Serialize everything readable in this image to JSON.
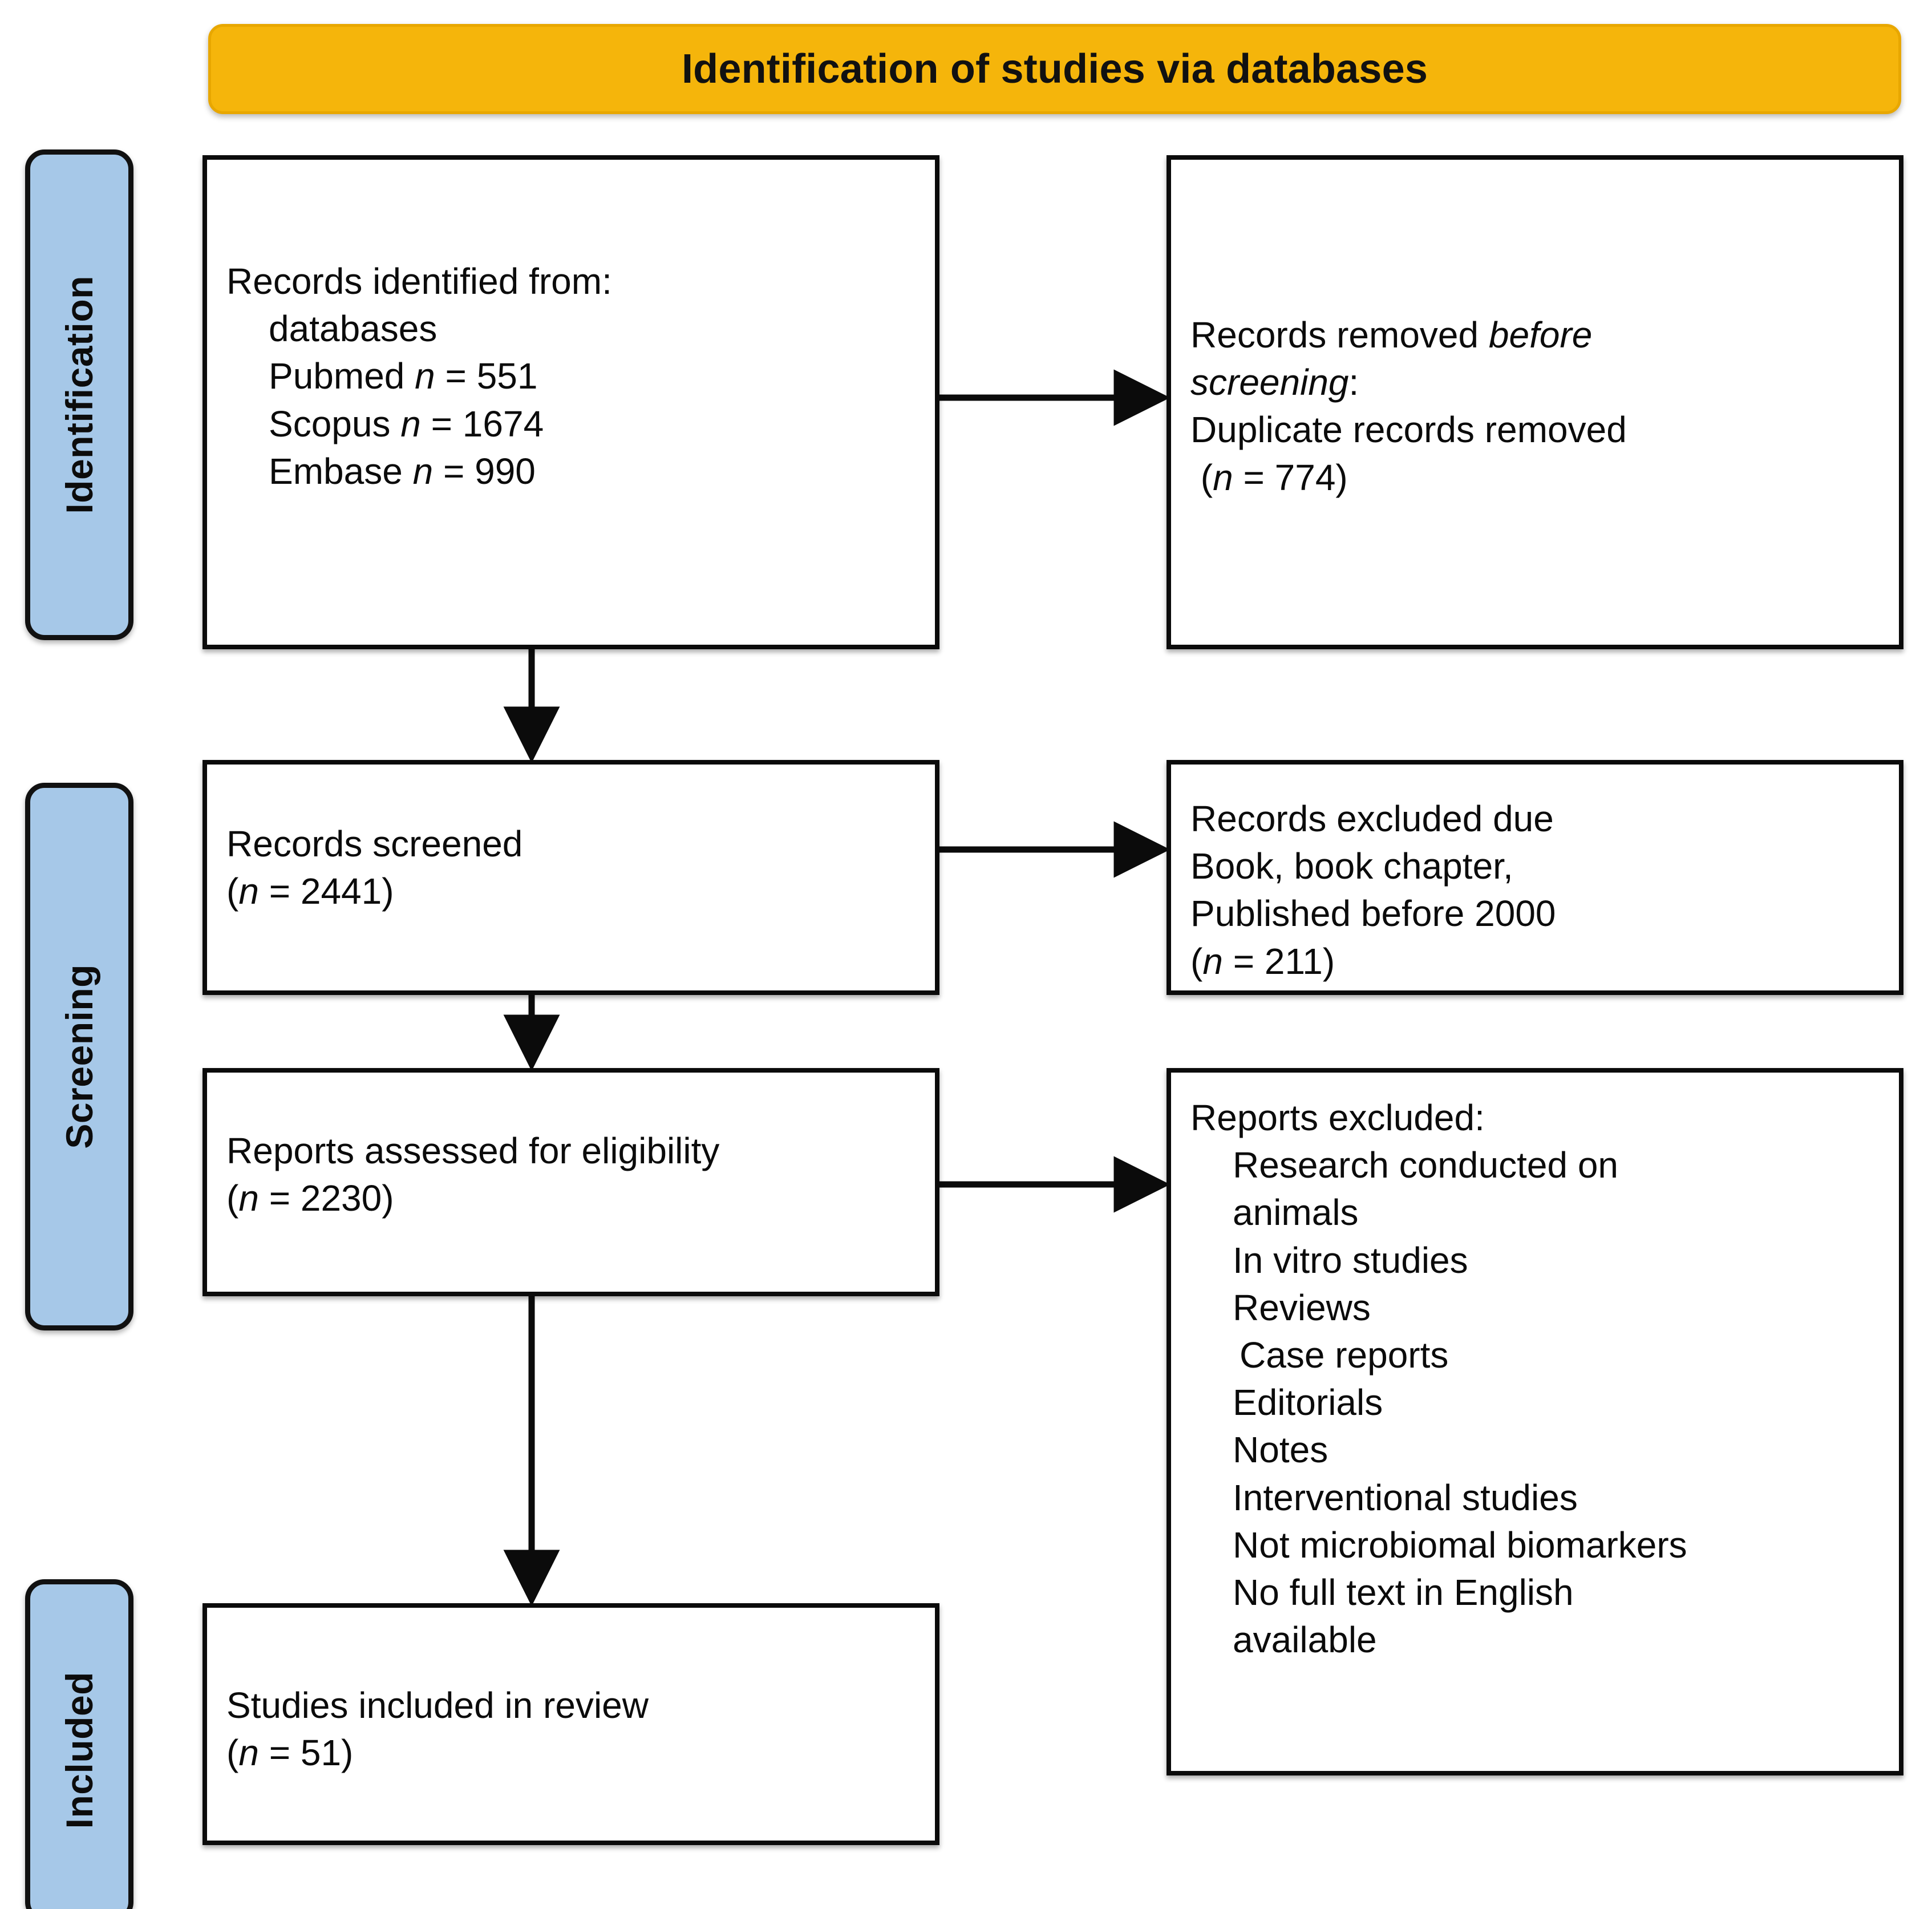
{
  "banner": {
    "title": "Identification of studies via databases",
    "bg_color": "#F5B50B"
  },
  "stages": [
    {
      "id": "identification",
      "label": "Identification",
      "bg_color": "#A6C8E8"
    },
    {
      "id": "screening",
      "label": "Screening",
      "bg_color": "#A6C8E8"
    },
    {
      "id": "included",
      "label": "Included",
      "bg_color": "#A6C8E8"
    }
  ],
  "boxes": {
    "identified": {
      "title": "Records identified from:",
      "source_label": "databases",
      "sources": [
        {
          "name": "Pubmed",
          "n": "551",
          "text": "Pubmed n = 551"
        },
        {
          "name": "Scopus",
          "n": "1674",
          "text": "Scopus n = 1674"
        },
        {
          "name": "Embase",
          "n": "990",
          "text": "Embase n = 990"
        }
      ]
    },
    "removed": {
      "line1_plain": "Records removed ",
      "line1_italic": "before",
      "line2_italic": "screening",
      "line2_plain": ":",
      "line3": "Duplicate records removed",
      "count": "774",
      "count_text": "(n = 774)"
    },
    "screened": {
      "title": "Records screened",
      "count": "2441",
      "count_text": "(n = 2441)"
    },
    "excluded_due": {
      "title": "Records excluded due",
      "reasons": [
        "Book, book chapter,",
        "Published before 2000"
      ],
      "count": "211",
      "count_text": "(n = 211)"
    },
    "eligibility": {
      "title": "Reports assessed for eligibility",
      "count": "2230",
      "count_text": "(n = 2230)"
    },
    "reports_excluded": {
      "title": "Reports excluded:",
      "reasons": [
        "Research conducted on",
        "animals",
        "In vitro studies",
        "Reviews",
        "Case reports",
        "Editorials",
        "Notes",
        "Interventional studies",
        "Not microbiomal biomarkers",
        "No full text in English",
        "available"
      ]
    },
    "included": {
      "title": "Studies included in review",
      "count": "51",
      "count_text": "(n = 51)"
    }
  },
  "connectors": [
    {
      "name": "identified-to-removed",
      "direction": "right"
    },
    {
      "name": "identified-to-screened",
      "direction": "down"
    },
    {
      "name": "screened-to-excluded-due",
      "direction": "right"
    },
    {
      "name": "screened-to-eligibility",
      "direction": "down"
    },
    {
      "name": "eligibility-to-reports-excluded",
      "direction": "right"
    },
    {
      "name": "eligibility-to-included",
      "direction": "down"
    }
  ]
}
